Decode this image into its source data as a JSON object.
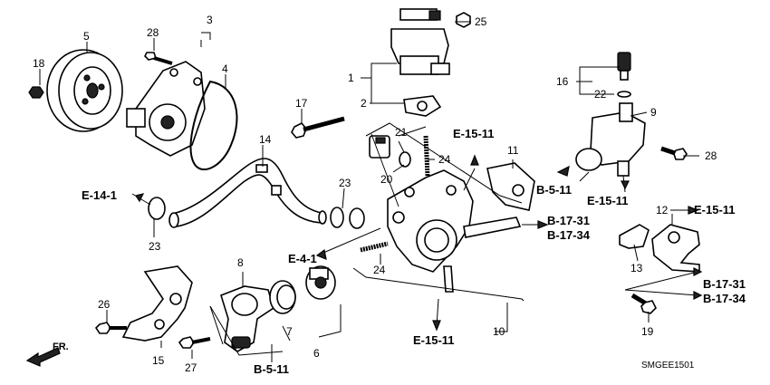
{
  "callouts": {
    "c1": "1",
    "c2": "2",
    "c3": "3",
    "c4": "4",
    "c5": "5",
    "c6": "6",
    "c7": "7",
    "c8": "8",
    "c9": "9",
    "c10": "10",
    "c11": "11",
    "c12": "12",
    "c13": "13",
    "c14": "14",
    "c15": "15",
    "c16": "16",
    "c17": "17",
    "c18": "18",
    "c19": "19",
    "c20": "20",
    "c21": "21",
    "c22": "22",
    "c23a": "23",
    "c23b": "23",
    "c24a": "24",
    "c24b": "24",
    "c25": "25",
    "c26": "26",
    "c27": "27",
    "c28a": "28",
    "c28b": "28"
  },
  "references": {
    "e15_top": "E-15-11",
    "e14": "E-14-1",
    "b5_right": "B-5-11",
    "e15_right": "E-15-11",
    "e15_far": "E-15-11",
    "b17_31a": "B-17-31",
    "b17_34a": "B-17-34",
    "e4": "E-4-1",
    "b17_31b": "B-17-31",
    "b17_34b": "B-17-34",
    "e15_bottom": "E-15-11",
    "b5_bottom": "B-5-11"
  },
  "direction_label": "FR.",
  "diagram_code": "SMGEE1501"
}
